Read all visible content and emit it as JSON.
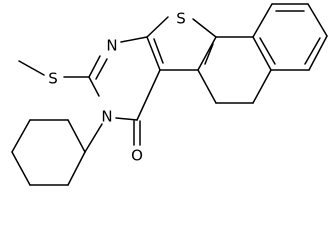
{
  "atoms": {
    "sulfur_ring": "S",
    "sulfur_methylthio": "S",
    "nitrogen_top": "N",
    "nitrogen_bottom": "N",
    "oxygen_carbonyl": "O"
  },
  "colors": {
    "bond": "#000000",
    "label": "#000000",
    "background": "#ffffff"
  }
}
